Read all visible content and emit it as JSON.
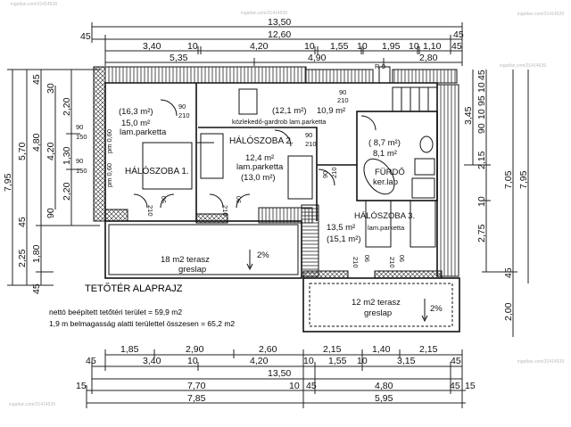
{
  "title": "TETŐTÉR  ALAPRAJZ",
  "summary": {
    "net_area": "nettó beépített tetőtéri  terület = 59,9 m2",
    "total_area": "1,9 m belmagasság alatti területtel összesen  = 65,2 m2"
  },
  "watermark": "ingatlan.com/31414539",
  "rooms": {
    "bedroom1": {
      "name": "HÁLÓSZOBA 1.",
      "gross": "(16,3 m²)",
      "net": "15,0 m²",
      "floor": "lam.parketta",
      "window_label": "pm 0,60"
    },
    "corridor": {
      "gross": "(12,1 m²)",
      "net": "10,9 m²",
      "name": "közlekedő-gardrob  lam.parketta"
    },
    "bedroom2": {
      "name": "HÁLÓSZOBA 2.",
      "net": "12,4 m²",
      "floor": "lam.parketta",
      "gross": "(13,0 m²)"
    },
    "bathroom": {
      "gross": "( 8,7 m²)",
      "net": "8,1 m²",
      "name": "FÜRDŐ",
      "floor": "ker.lap"
    },
    "bedroom3": {
      "name": "HÁLÓSZOBA 3.",
      "net": "13,5 m²",
      "floor": "lam.parketta",
      "gross": "(15,1 m²)"
    },
    "terrace1": {
      "name": "18 m2 terasz",
      "floor": "greslap",
      "slope": "2%"
    },
    "terrace2": {
      "name": "12 m2 terasz",
      "floor": "greslap",
      "slope": "2%"
    }
  },
  "doors": {
    "width": "90",
    "height": "210",
    "balcony_w": "210",
    "balcony_h": "90",
    "window_w": "90",
    "window_h": "150",
    "chimney": "R-9"
  },
  "dims": {
    "top1": "13,50",
    "top2": [
      "45",
      "12,60",
      "45"
    ],
    "top3": [
      "3,40",
      "10",
      "4,20",
      "10",
      "1,55",
      "10",
      "1,95",
      "10",
      "1,10",
      "45"
    ],
    "top4": [
      "5,35",
      "4,90",
      "2,80"
    ],
    "bot1": [
      "1,85",
      "2,90",
      "2,60",
      "2,15",
      "1,40",
      "2,15"
    ],
    "bot2": [
      "45",
      "3,40",
      "10",
      "4,20",
      "10",
      "1,55",
      "10",
      "3,15",
      "45"
    ],
    "bot3": "13,50",
    "bot4": [
      "15",
      "7,70",
      "10",
      "45",
      "4,80",
      "45",
      "15"
    ],
    "bot5": [
      "7,85",
      "5,95"
    ],
    "left": [
      "7,95",
      "5,70",
      "4,80",
      "4,20",
      "2,20",
      "1,30",
      "2,20",
      "45",
      "30",
      "90",
      "45",
      "2,25",
      "1,80",
      "45"
    ],
    "right": [
      "3,45",
      "45",
      "10",
      "95",
      "10",
      "90",
      "2,15",
      "7,05",
      "7,95",
      "10",
      "2,75",
      "45",
      "2,00"
    ]
  }
}
